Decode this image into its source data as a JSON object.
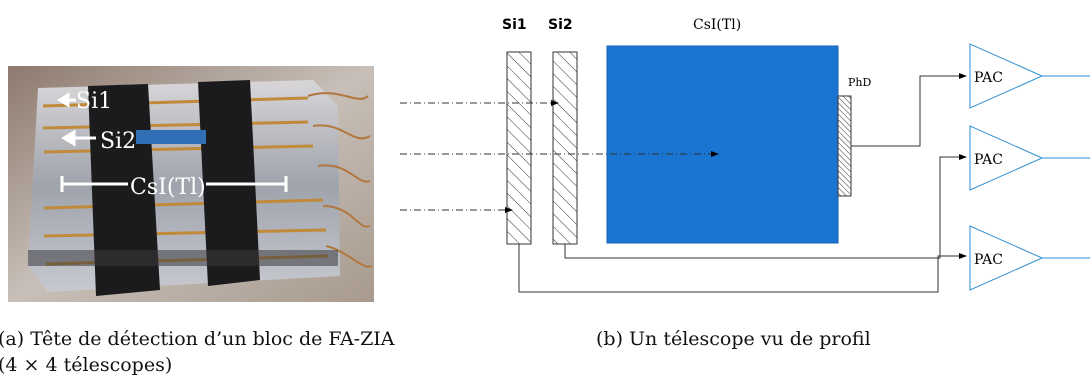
{
  "photo": {
    "label_si1": "Si1",
    "label_si2": "Si2",
    "label_csi": "CsI(Tl)"
  },
  "diagram": {
    "label_si1": "Si1",
    "label_si2": "Si2",
    "label_csi": "CsI(Tl)",
    "label_phd": "PhD",
    "pac_labels": [
      "PAC",
      "PAC",
      "PAC"
    ]
  },
  "captions": {
    "a": "(a) Tête de détection d’un bloc de FA-ZIA (4 × 4 télescopes)",
    "b": "(b) Un télescope vu de profil"
  }
}
